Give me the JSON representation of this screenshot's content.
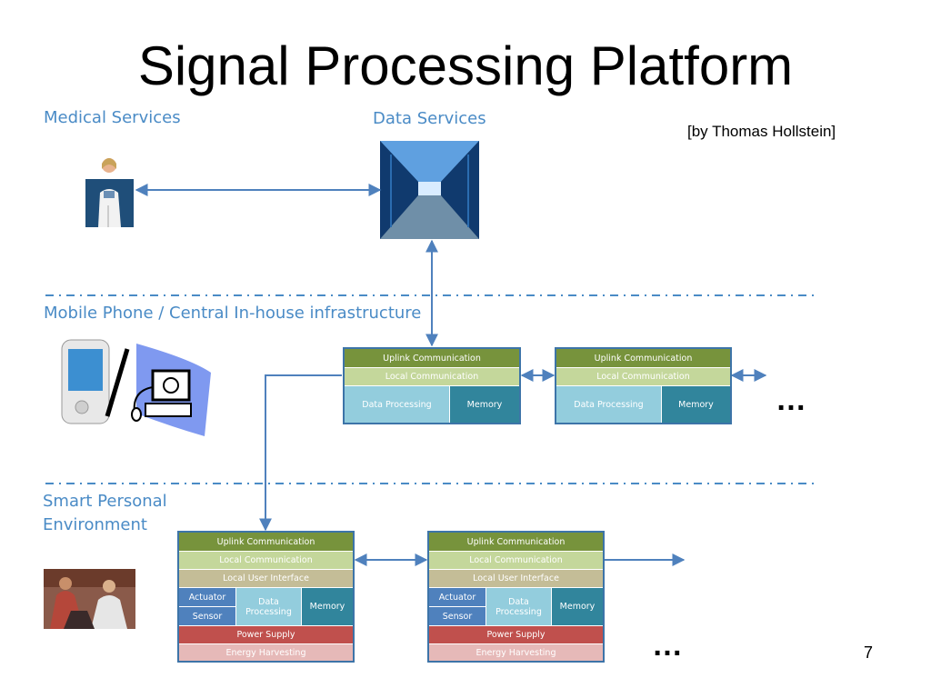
{
  "title": "Signal Processing Platform",
  "credit": "[by Thomas Hollstein]",
  "page_number": "7",
  "sections": {
    "medical": "Medical Services",
    "data": "Data Services",
    "mobile": "Mobile Phone / Central In-house infrastructure",
    "smart_line1": "Smart Personal",
    "smart_line2": "Environment"
  },
  "ellipsis": "…",
  "mobile_node": {
    "uplink": "Uplink Communication",
    "local": "Local Communication",
    "processing": "Data Processing",
    "memory": "Memory"
  },
  "personal_node": {
    "uplink": "Uplink Communication",
    "local": "Local Communication",
    "ui": "Local User Interface",
    "actuator": "Actuator",
    "sensor": "Sensor",
    "processing": "Data Processing",
    "memory": "Memory",
    "power": "Power Supply",
    "harvesting": "Energy Harvesting"
  },
  "colors": {
    "uplink": "#77933c",
    "local": "#c4d79b",
    "user_interface": "#c4bd97",
    "data_processing": "#93cddd",
    "memory": "#31859c",
    "actuator_sensor": "#4f81bd",
    "power_supply": "#c0504d",
    "energy_harvesting": "#e6b9b8",
    "arrows": "#4f81bd",
    "section_labels": "#4a8bc6"
  }
}
